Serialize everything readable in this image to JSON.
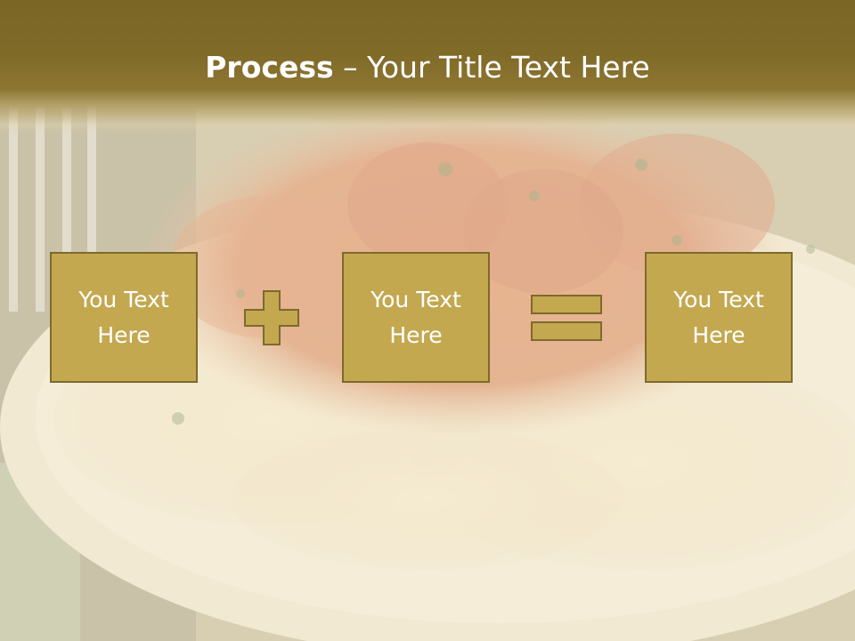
{
  "slide": {
    "title_bold": "Process",
    "title_rest": " – Your Title Text Here",
    "boxes": [
      {
        "text": "You Text Here"
      },
      {
        "text": "You Text Here"
      },
      {
        "text": "You Text Here"
      }
    ],
    "operators": [
      "plus-icon",
      "equals-icon"
    ],
    "colors": {
      "title_bar": "#7b6626",
      "box_fill": "#c3a850",
      "box_border": "#7d6a2c",
      "text": "#ffffff"
    }
  }
}
